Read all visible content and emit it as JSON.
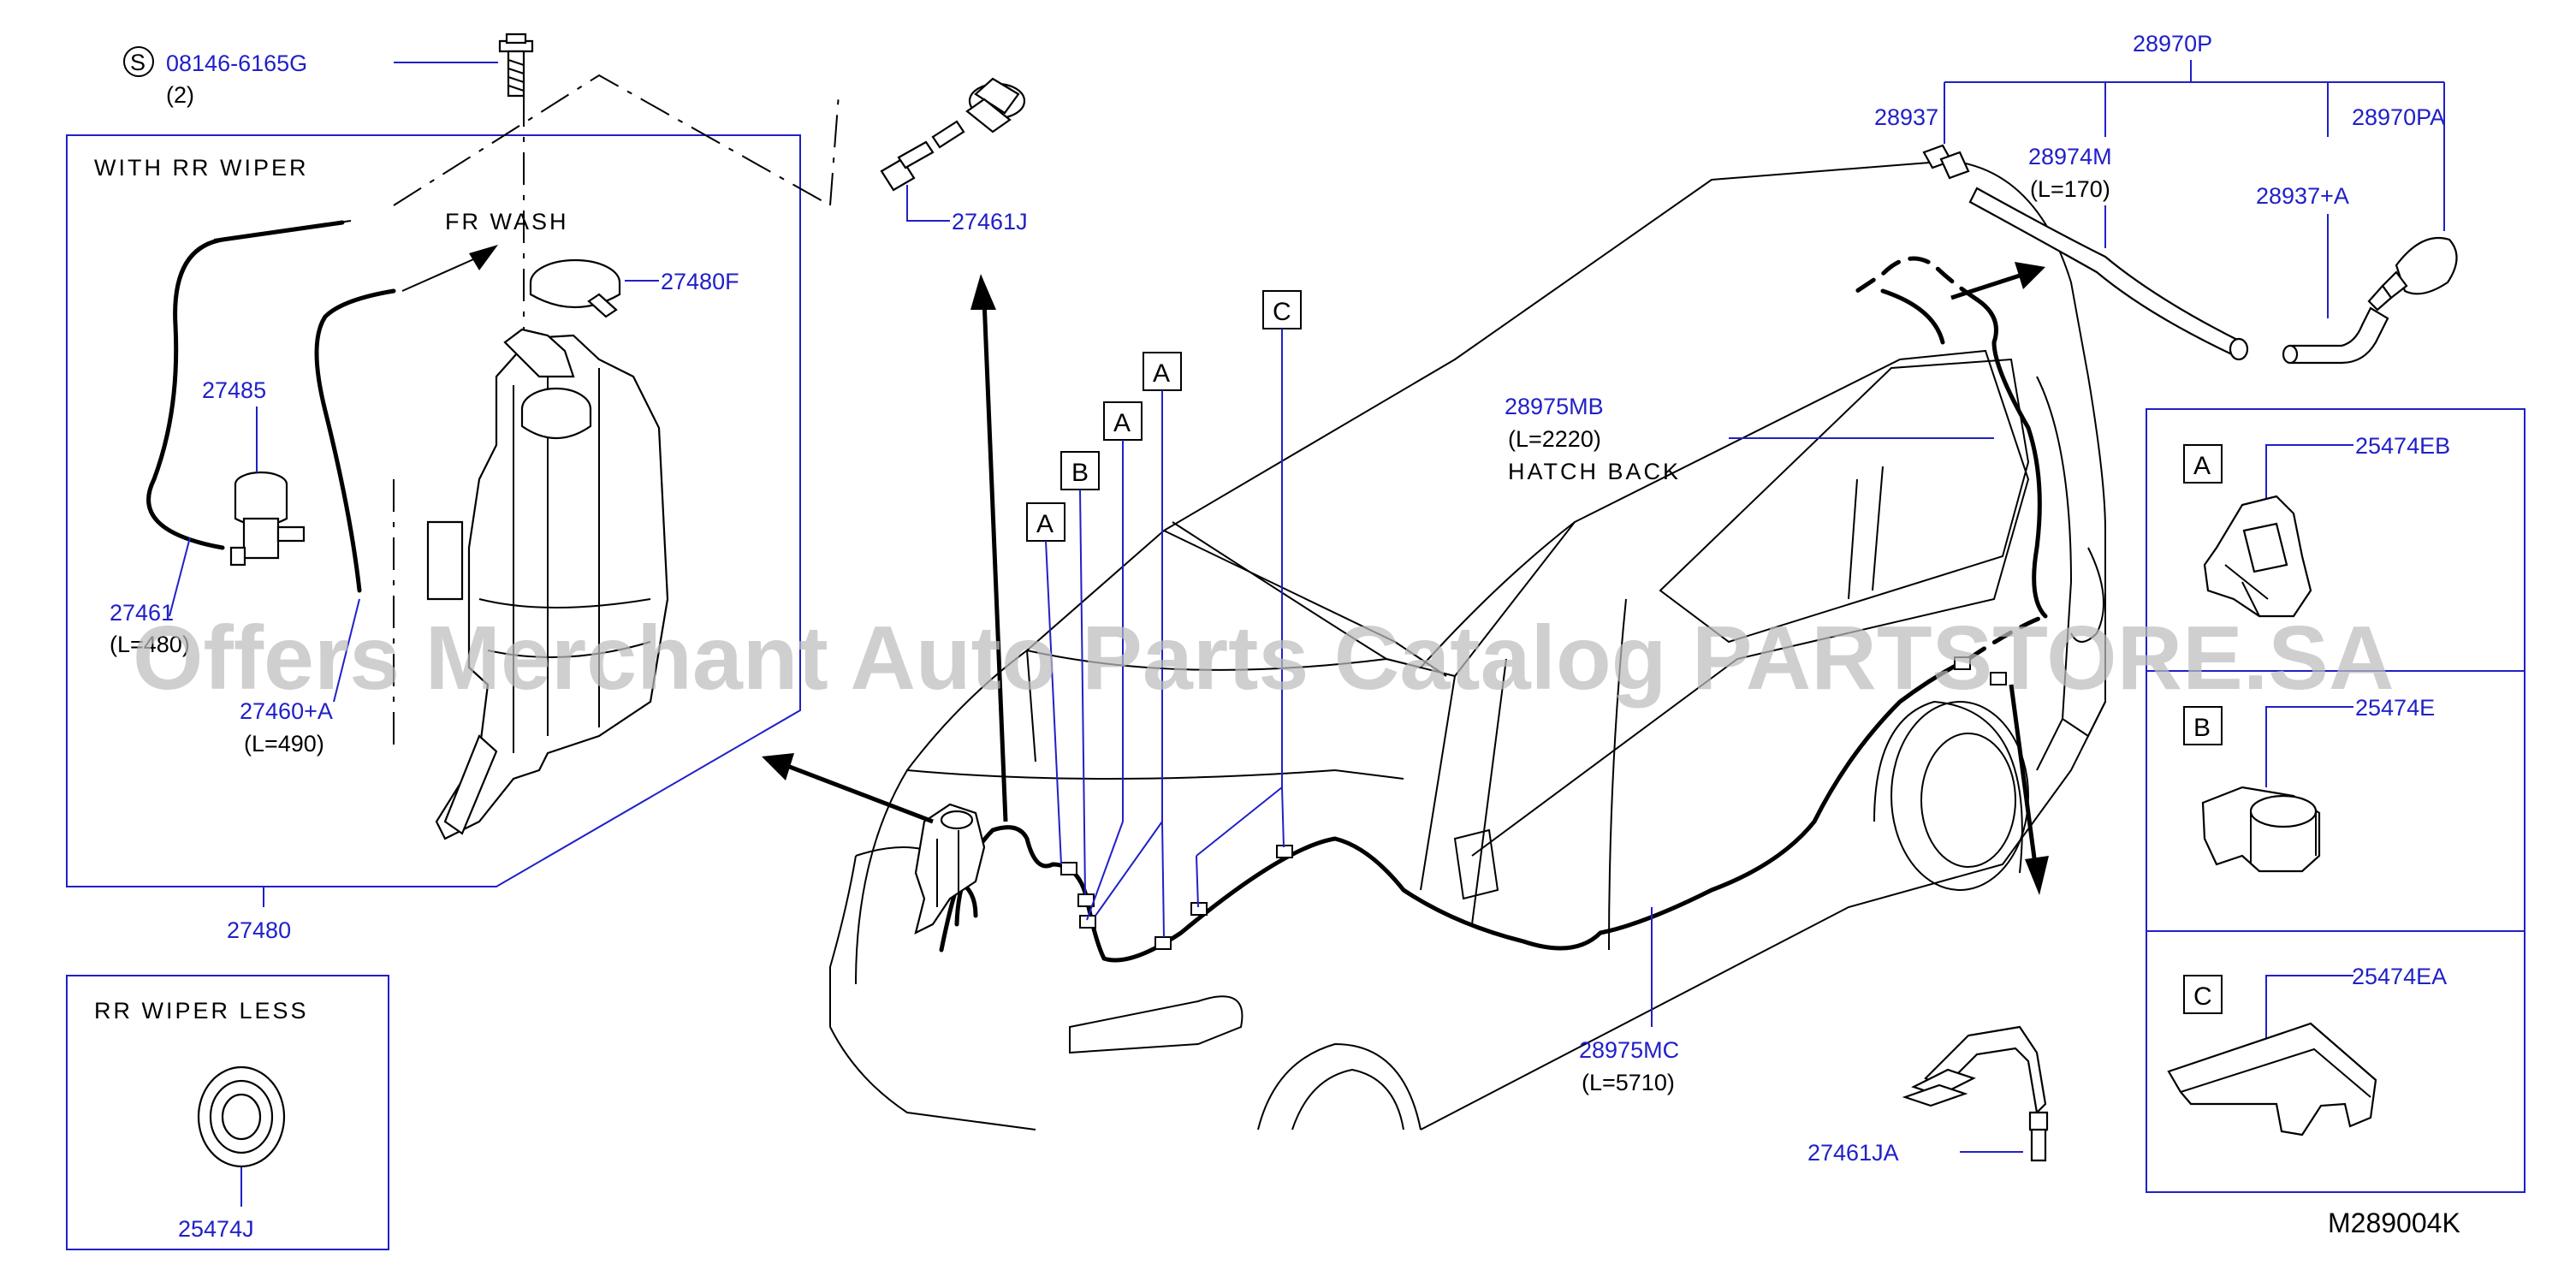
{
  "diagram_id": "M289004K",
  "watermark": "Offers Merchant Auto Parts Catalog PARTSTORE.SA",
  "groups": {
    "with_rr_wiper": "WITH   RR   WIPER",
    "fr_wash": "FR   WASH",
    "rr_wiper_less": "RR   WIPER   LESS",
    "hatch_back": "HATCH   BACK"
  },
  "bolt": {
    "symbol": "S",
    "part": "08146-6165G",
    "qty": "(2)"
  },
  "parts": {
    "p27461j": "27461J",
    "p27480f": "27480F",
    "p27485": "27485",
    "p27461": "27461",
    "p27461_len": "(L=480)",
    "p27460a": "27460+A",
    "p27460a_len": "(L=490)",
    "p27480": "27480",
    "p25474j": "25474J",
    "p28970p": "28970P",
    "p28937": "28937",
    "p28974m": "28974M",
    "p28974m_len": "(L=170)",
    "p28970pa": "28970PA",
    "p28937a": "28937+A",
    "p28975mb": "28975MB",
    "p28975mb_len": "(L=2220)",
    "p28975mc": "28975MC",
    "p28975mc_len": "(L=5710)",
    "p27461ja": "27461JA",
    "p25474eb": "25474EB",
    "p25474e": "25474E",
    "p25474ea": "25474EA"
  },
  "clip_refs": {
    "a": "A",
    "b": "B",
    "c": "C"
  }
}
